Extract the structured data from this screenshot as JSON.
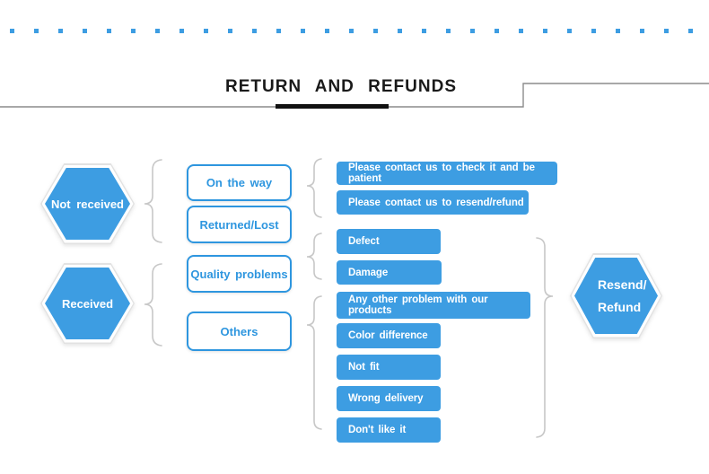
{
  "title": {
    "text": "RETURN AND REFUNDS"
  },
  "colors": {
    "primary_blue": "#3d9de2",
    "box_border_blue": "#2e96df",
    "brace_gray": "#c7c7c7",
    "line_gray": "#8c8c8c",
    "title_black": "#1a1a1a"
  },
  "flowchart": {
    "sources": [
      {
        "label": "Not received"
      },
      {
        "label": "Received"
      }
    ],
    "categories": [
      {
        "label": "On the way"
      },
      {
        "label": "Returned/Lost"
      },
      {
        "label": "Quality problems"
      },
      {
        "label": "Others"
      }
    ],
    "outcomes": [
      {
        "label": "Please contact us to check it and be patient"
      },
      {
        "label": "Please contact us to resend/refund"
      },
      {
        "label": "Defect"
      },
      {
        "label": "Damage"
      },
      {
        "label": "Any other problem with our products"
      },
      {
        "label": "Color difference"
      },
      {
        "label": "Not fit"
      },
      {
        "label": "Wrong delivery"
      },
      {
        "label": "Don't like it"
      }
    ],
    "result": {
      "line1": "Resend/",
      "line2": "Refund"
    }
  }
}
